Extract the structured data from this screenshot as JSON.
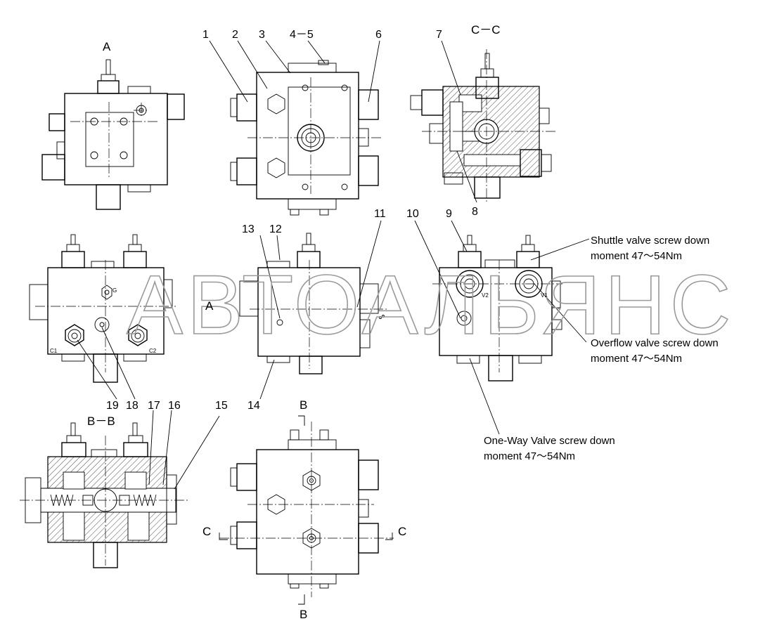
{
  "view_labels": {
    "view_a": "A",
    "section_cc": "C－C",
    "section_bb": "B－B",
    "cut_b_top": "B",
    "cut_b_bottom": "B",
    "cut_c_left": "C",
    "cut_c_right": "C",
    "arrow_a": "A"
  },
  "part_numbers": [
    "1",
    "2",
    "3",
    "4－5",
    "6",
    "7",
    "8",
    "9",
    "10",
    "11",
    "12",
    "13",
    "14",
    "15",
    "16",
    "17",
    "18",
    "19"
  ],
  "port_labels": {
    "g": "G",
    "c1": "C1",
    "c2": "C2",
    "v1": "V1",
    "v2": "V2"
  },
  "annotations": {
    "shuttle_line1": "Shuttle valve screw down",
    "shuttle_line2": "moment 47～54Nm",
    "overflow_line1": "Overflow valve screw down",
    "overflow_line2": "moment 47～54Nm",
    "oneway_line1": "One-Way Valve screw down",
    "oneway_line2": "moment 47～54Nm"
  },
  "watermark": "АВТОАЛЬЯНС",
  "colors": {
    "ink": "#000000",
    "watermark": "#9a9a9a",
    "paper": "#ffffff"
  }
}
